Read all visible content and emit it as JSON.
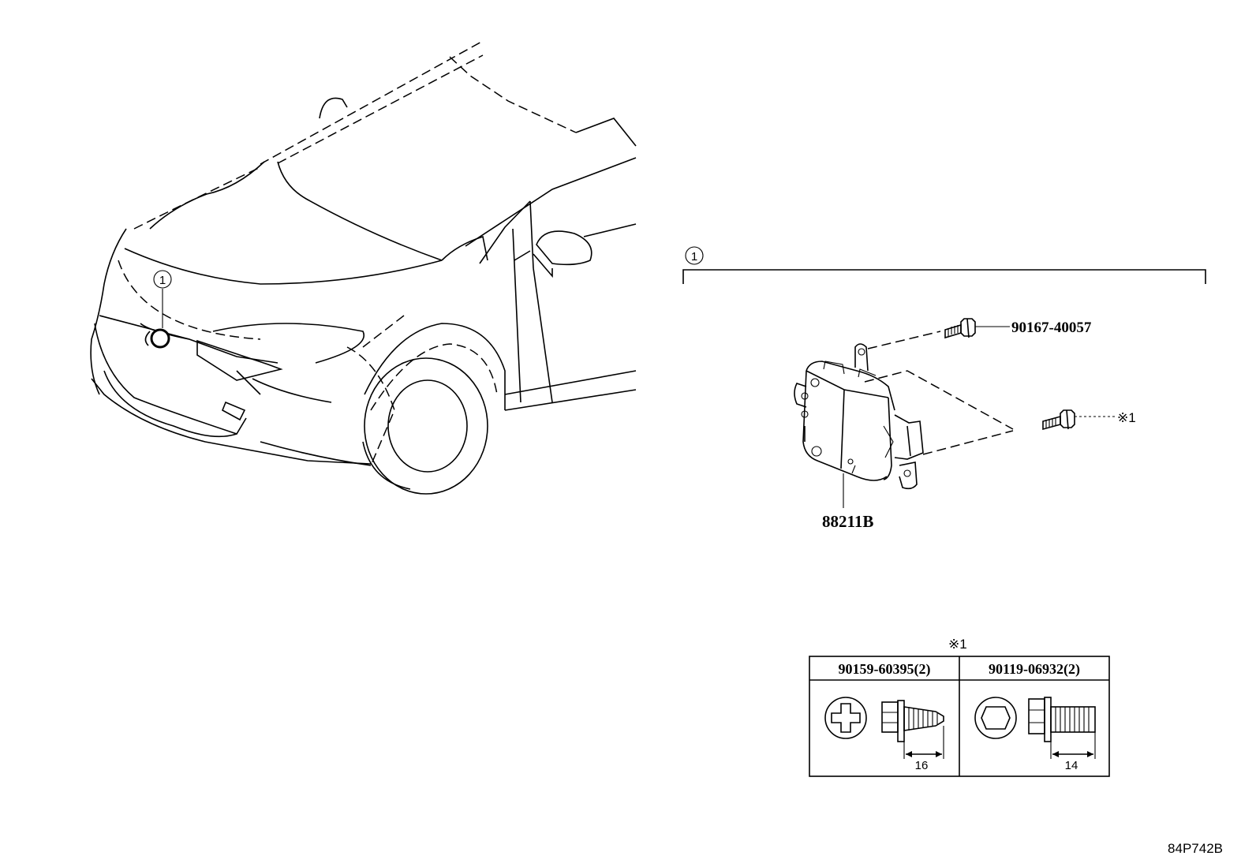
{
  "callout_number": "1",
  "main_part": {
    "number": "88211B"
  },
  "fastener_top": {
    "number": "90167-40057"
  },
  "fastener_alt": {
    "note": "※1"
  },
  "table": {
    "note": "※1",
    "cols": [
      {
        "part": "90159-60395(2)",
        "dimension": "16",
        "head": "cross-recess"
      },
      {
        "part": "90119-06932(2)",
        "dimension": "14",
        "head": "hex-socket"
      }
    ]
  },
  "illustration_code": "84P742B"
}
